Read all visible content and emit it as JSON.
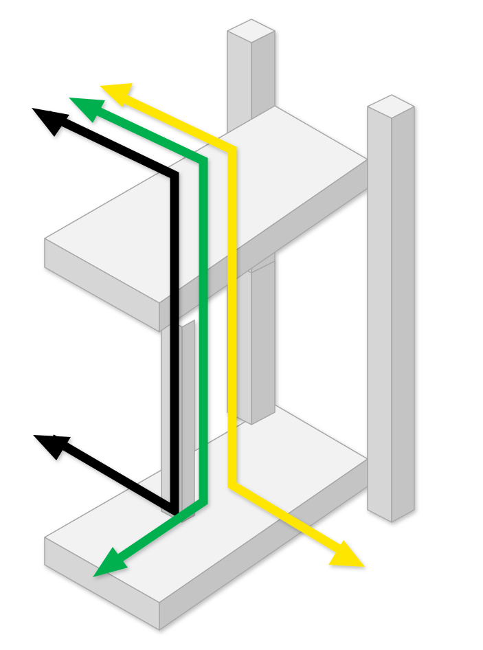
{
  "colors": {
    "background": "#ffffff",
    "structure_top": "#f2f2f3",
    "structure_left": "#d6d6d6",
    "structure_right": "#c4c4c4",
    "structure_edge": "#a6a6a6",
    "path_black": "#000000",
    "path_green": "#00b04f",
    "path_yellow": "#ffe600"
  },
  "paths": [
    {
      "name": "black-path",
      "color": "path_black"
    },
    {
      "name": "green-path",
      "color": "path_green"
    },
    {
      "name": "yellow-path",
      "color": "path_yellow"
    }
  ]
}
